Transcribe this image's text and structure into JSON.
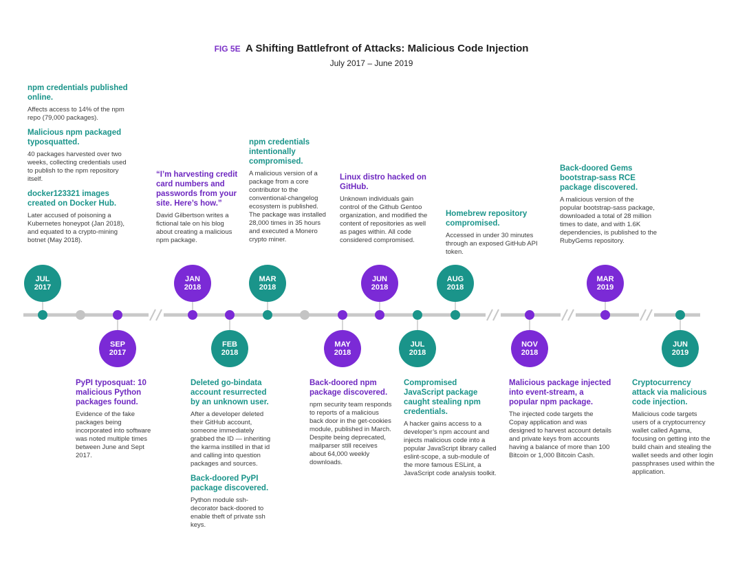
{
  "header": {
    "fig_label": "FIG 5E",
    "title": "A Shifting Battlefront of Attacks: Malicious Code Injection",
    "subtitle": "July 2017 – June 2019"
  },
  "colors": {
    "teal": "#1a948a",
    "purple": "#7b2ad6",
    "gray": "#c4c4c4",
    "line": "#c8c8c8"
  },
  "badges": [
    {
      "month": "JUL",
      "year": "2017",
      "color": "teal"
    },
    {
      "month": "SEP",
      "year": "2017",
      "color": "purple"
    },
    {
      "month": "JAN",
      "year": "2018",
      "color": "purple"
    },
    {
      "month": "FEB",
      "year": "2018",
      "color": "teal"
    },
    {
      "month": "MAR",
      "year": "2018",
      "color": "teal"
    },
    {
      "month": "MAY",
      "year": "2018",
      "color": "purple"
    },
    {
      "month": "JUN",
      "year": "2018",
      "color": "purple"
    },
    {
      "month": "JUL",
      "year": "2018",
      "color": "teal"
    },
    {
      "month": "AUG",
      "year": "2018",
      "color": "teal"
    },
    {
      "month": "NOV",
      "year": "2018",
      "color": "purple"
    },
    {
      "month": "MAR",
      "year": "2019",
      "color": "purple"
    },
    {
      "month": "JUN",
      "year": "2019",
      "color": "teal"
    }
  ],
  "events": {
    "jul2017": [
      {
        "heading": "npm credentials published online.",
        "body": "Affects access to 14% of the npm repo (79,000 packages)."
      },
      {
        "heading": "Malicious npm packaged typosquatted.",
        "body": "40 packages harvested over two weeks, collecting credentials used to publish to the npm repository itself."
      },
      {
        "heading": "docker123321 images created on Docker Hub.",
        "body": "Later accused of poisoning a Kubernetes honeypot (Jan 2018), and equated to a crypto-mining botnet (May 2018)."
      }
    ],
    "sep2017": {
      "heading": "PyPI typosquat: 10 malicious Python packages found.",
      "body": "Evidence of the fake packages being incorporated into software was noted multiple times between June and Sept 2017."
    },
    "jan2018": {
      "heading": "“I’m harvesting credit card numbers and passwords from your site. Here’s how.”",
      "body": "David Gilbertson writes a fictional tale on his blog about creating a malicious npm package."
    },
    "feb2018": [
      {
        "heading": "Deleted go-bindata account resurrected by an unknown user.",
        "body": "After a developer deleted their GitHub account, someone immediately grabbed the ID — inheriting the karma instilled in that id and calling into question packages and sources."
      },
      {
        "heading": "Back-doored PyPI package discovered.",
        "body": "Python module ssh-decorator back-doored to enable theft of private ssh keys."
      }
    ],
    "mar2018": {
      "heading": "npm credentials intentionally compromised.",
      "body": "A malicious version of a package from a core contributor to the conventional-changelog ecosystem is published. The package was installed 28,000 times in 35 hours and executed a Monero crypto miner."
    },
    "may2018": {
      "heading": "Back-doored npm package discovered.",
      "body": "npm security team responds to reports of a malicious back door in the get-cookies module, published in March. Despite being deprecated, mailparser still receives about 64,000 weekly downloads."
    },
    "jun2018": {
      "heading": "Linux distro hacked on GitHub.",
      "body": "Unknown individuals gain control of the Github Gentoo organization, and modified the content of repositories as well as pages within. All code considered compromised."
    },
    "jul2018": {
      "heading": "Compromised JavaScript package caught stealing npm credentials.",
      "body": "A hacker gains access to a developer’s npm account and injects malicious code into a popular JavaScript library called eslint-scope, a sub-module of the more famous ESLint, a JavaScript code analysis toolkit."
    },
    "aug2018": {
      "heading": "Homebrew repository compromised.",
      "body": "Accessed in under 30 minutes through an exposed GitHub API token."
    },
    "nov2018": {
      "heading": "Malicious package injected into event-stream, a popular npm package.",
      "body": "The injected code targets the Copay application and was designed to harvest account details and private keys from accounts having a balance of more than 100 Bitcoin or 1,000 Bitcoin Cash."
    },
    "mar2019": {
      "heading": "Back-doored Gems bootstrap-sass RCE package discovered.",
      "body": "A malicious version of the popular bootstrap-sass package, downloaded a total of 28 million times to date, and with 1.6K dependencies, is published to the RubyGems repository."
    },
    "jun2019": {
      "heading": "Cryptocurrency attack via malicious code injection.",
      "body": "Malicious code targets users of a cryptocurrency wallet called Agama, focusing on getting into the build chain and stealing the wallet seeds and other login passphrases used within the application."
    }
  }
}
